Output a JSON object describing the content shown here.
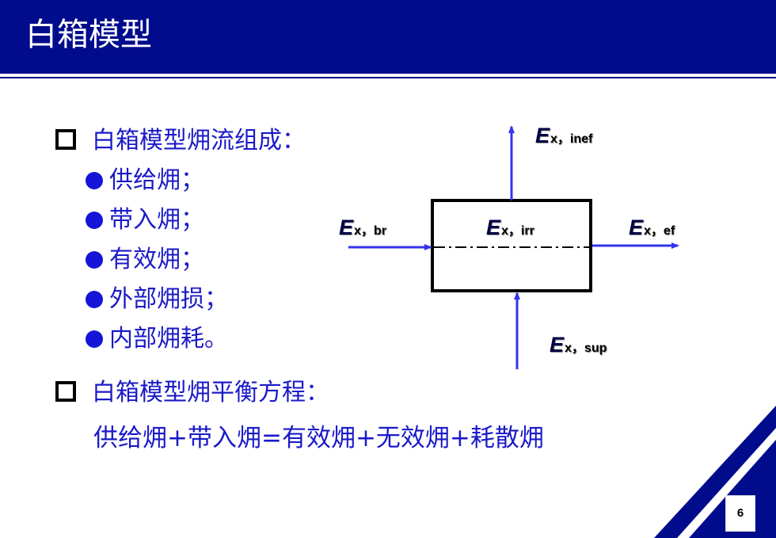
{
  "slide": {
    "title": "白箱模型",
    "page_number": "6"
  },
  "section1": {
    "heading": "白箱模型㶲流组成：",
    "items": [
      "供给㶲；",
      "带入㶲；",
      "有效㶲；",
      "外部㶲损；",
      "内部㶲耗。"
    ]
  },
  "section2": {
    "heading": "白箱模型㶲平衡方程：",
    "equation": "供给㶲+带入㶲=有效㶲+无效㶲+耗散㶲"
  },
  "diagram": {
    "symbol": "E",
    "labels": [
      {
        "id": "inef",
        "sub": "x，inef"
      },
      {
        "id": "br",
        "sub": "x，br"
      },
      {
        "id": "irr",
        "sub": "x，irr"
      },
      {
        "id": "ef",
        "sub": "x，ef"
      },
      {
        "id": "sup",
        "sub": "x，sup"
      }
    ]
  },
  "colors": {
    "title_bar": "#000c8c",
    "body_text": "#1a1ac8",
    "arrow": "#3333ee",
    "accent_corner": "#000c8c"
  }
}
